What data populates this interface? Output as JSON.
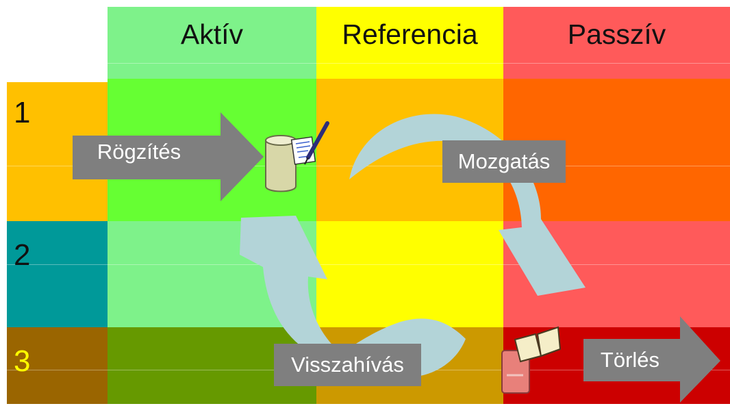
{
  "columns": [
    {
      "label": "Aktív"
    },
    {
      "label": "Referencia"
    },
    {
      "label": "Passzív"
    }
  ],
  "rows": [
    {
      "label": "1"
    },
    {
      "label": "2"
    },
    {
      "label": "3"
    }
  ],
  "actions": {
    "record": "Rögzítés",
    "move": "Mozgatás",
    "recall": "Visszahívás",
    "delete": "Törlés"
  },
  "colors": {
    "header_active": "#7ef28a",
    "header_reference": "#ffff00",
    "header_passive": "#ff5a5a",
    "row1_label": "#ffc000",
    "row2_label": "#009999",
    "row3_label": "#9a6500",
    "row1_active": "#66ff33",
    "row1_reference": "#ffc000",
    "row1_passive": "#ff6600",
    "row2_active": "#7ef28a",
    "row2_reference": "#ffff00",
    "row2_passive": "#ff5a5a",
    "row3_active": "#669900",
    "row3_reference": "#cc9900",
    "row3_passive": "#cc0000",
    "row3_number_text": "#ffff00",
    "cycle_arrow": "#b3d4d8",
    "action_box": "#7f7f7f"
  }
}
